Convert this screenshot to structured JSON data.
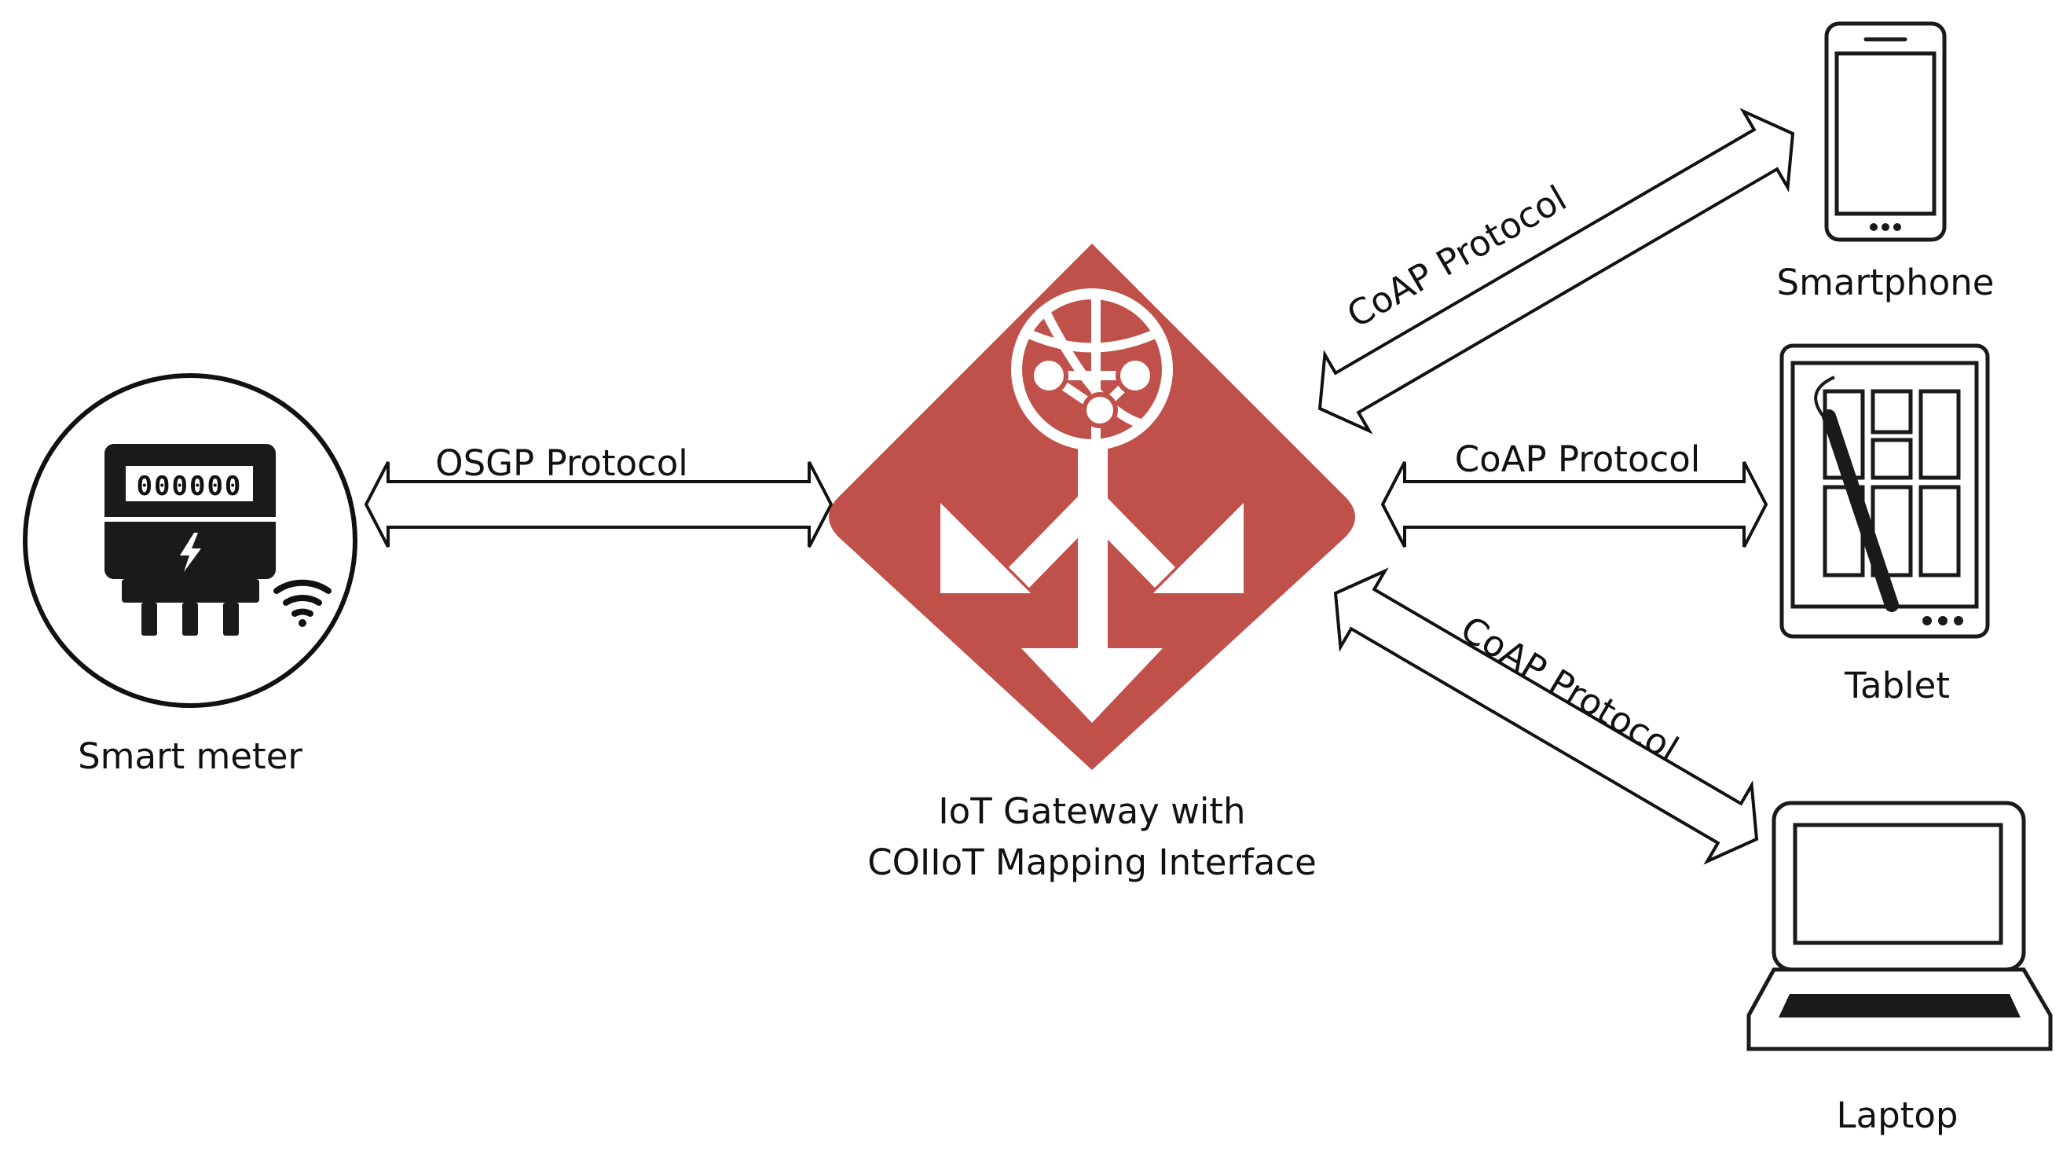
{
  "nodes": {
    "smart_meter": {
      "label": "Smart meter",
      "display_digits": "000000"
    },
    "gateway": {
      "label_line1": "IoT Gateway with",
      "label_line2": "COIIoT Mapping Interface",
      "color": "#c0504a"
    },
    "smartphone": {
      "label": "Smartphone"
    },
    "tablet": {
      "label": "Tablet"
    },
    "laptop": {
      "label": "Laptop"
    }
  },
  "edges": {
    "meter_gateway": {
      "label": "OSGP Protocol"
    },
    "gateway_smartphone": {
      "label": "CoAP Protocol"
    },
    "gateway_tablet": {
      "label": "CoAP Protocol"
    },
    "gateway_laptop": {
      "label": "CoAP Protocol"
    }
  }
}
